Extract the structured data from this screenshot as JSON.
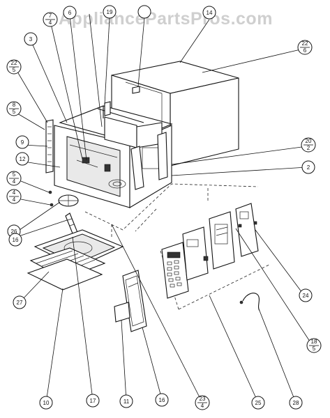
{
  "watermark": "AppliancePartsPros.com",
  "callouts": [
    {
      "id": "c-19",
      "label": "19"
    },
    {
      "id": "c-14",
      "label": "14"
    },
    {
      "id": "c-22-5",
      "num": "22",
      "den": "5"
    },
    {
      "id": "c-22-6",
      "num": "22",
      "den": "6"
    },
    {
      "id": "c-3",
      "label": "3"
    },
    {
      "id": "c-7-4",
      "num": "7",
      "den": "4"
    },
    {
      "id": "c-6",
      "label": "6"
    },
    {
      "id": "c-top-blank",
      "label": ""
    },
    {
      "id": "c-8-5",
      "num": "8",
      "den": "5"
    },
    {
      "id": "c-9",
      "label": "9"
    },
    {
      "id": "c-12",
      "label": "12"
    },
    {
      "id": "c-5-4",
      "num": "5",
      "den": "4"
    },
    {
      "id": "c-4-4",
      "num": "4",
      "den": "4"
    },
    {
      "id": "c-26",
      "label": "26"
    },
    {
      "id": "c-16a",
      "label": "16"
    },
    {
      "id": "c-20-2",
      "num": "20",
      "den": "2"
    },
    {
      "id": "c-2",
      "label": "2"
    },
    {
      "id": "c-24",
      "label": "24"
    },
    {
      "id": "c-18-5",
      "num": "18",
      "den": "5"
    },
    {
      "id": "c-27",
      "label": "27"
    },
    {
      "id": "c-10",
      "label": "10"
    },
    {
      "id": "c-17",
      "label": "17"
    },
    {
      "id": "c-11",
      "label": "11"
    },
    {
      "id": "c-16b",
      "label": "16"
    },
    {
      "id": "c-23-4",
      "num": "23",
      "den": "4"
    },
    {
      "id": "c-25",
      "label": "25"
    },
    {
      "id": "c-28",
      "label": "28"
    }
  ]
}
